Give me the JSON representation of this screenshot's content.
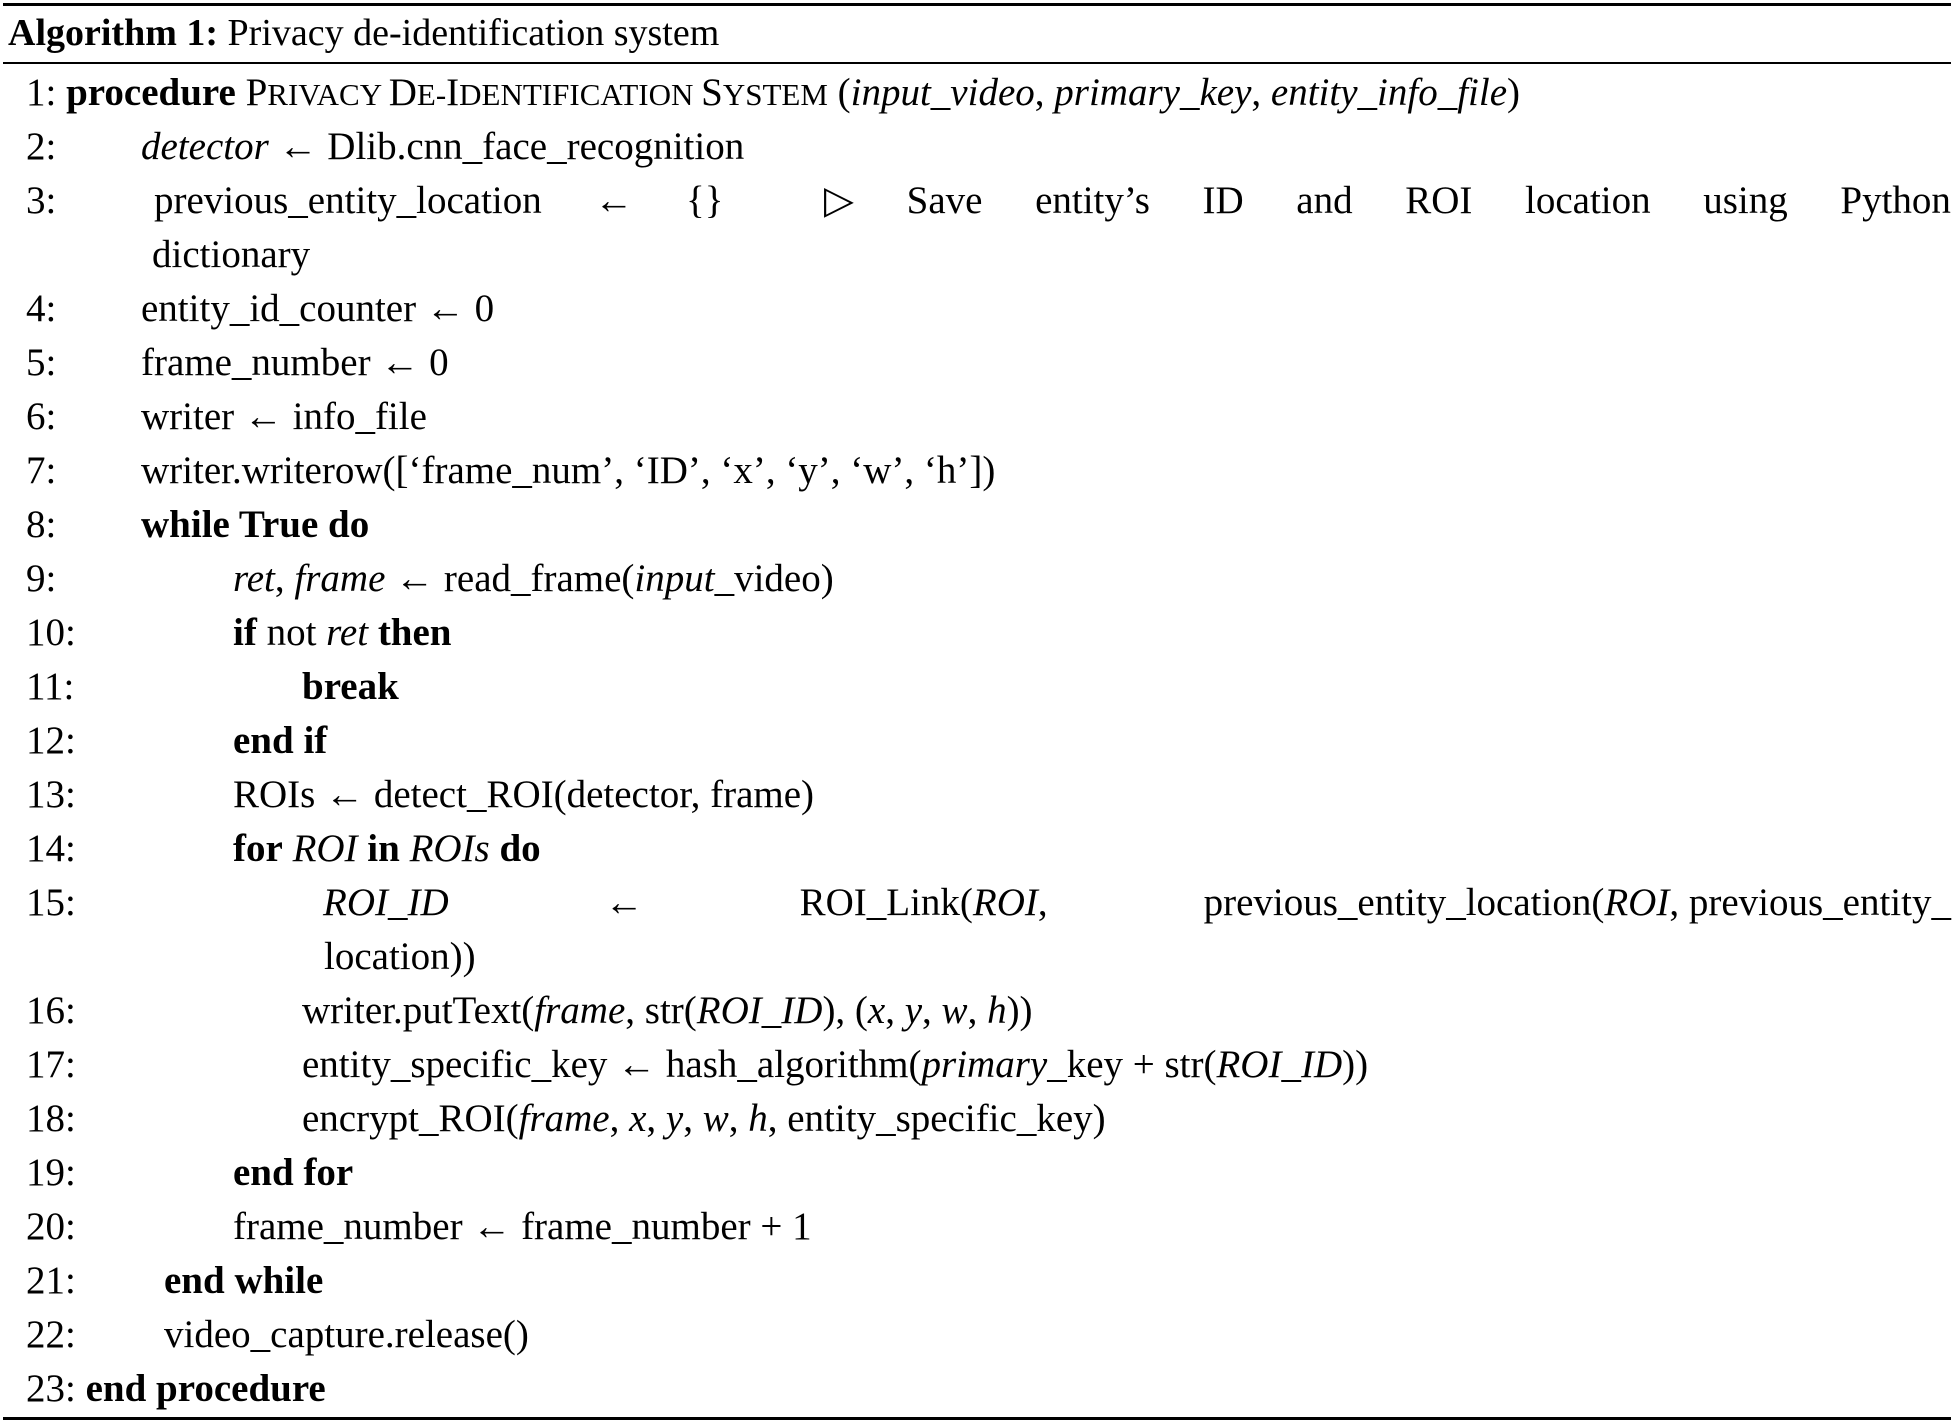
{
  "caption": {
    "label": "Algorithm 1:",
    "title": "Privacy de-identification system"
  },
  "lines": [
    {
      "num": "1:"
    },
    {
      "num": "2:"
    },
    {
      "num": "3:"
    },
    {
      "num": "4:"
    },
    {
      "num": "5:"
    },
    {
      "num": "6:"
    },
    {
      "num": "7:"
    },
    {
      "num": "8:"
    },
    {
      "num": "9:"
    },
    {
      "num": "10:"
    },
    {
      "num": "11:"
    },
    {
      "num": "12:"
    },
    {
      "num": "13:"
    },
    {
      "num": "14:"
    },
    {
      "num": "15:"
    },
    {
      "num": "16:"
    },
    {
      "num": "17:"
    },
    {
      "num": "18:"
    },
    {
      "num": "19:"
    },
    {
      "num": "20:"
    },
    {
      "num": "21:"
    },
    {
      "num": "22:"
    },
    {
      "num": "23:"
    }
  ],
  "text": {
    "procedure_kw": "procedure",
    "proc_name_parts": [
      "P",
      "RIVACY ",
      "D",
      "E-",
      "I",
      "DENTIFICATION ",
      "S",
      "YSTEM"
    ],
    "open_paren": " (",
    "arg1": "input_video",
    "comma": ", ",
    "arg2": "primary_key",
    "arg3": "entity_info_file",
    "close_paren": ")",
    "detector": "detector",
    "arrow": "←",
    "dlib": "Dlib.cnn_face_recognition",
    "prev_loc": "previous_entity_location",
    "braces": "{}",
    "comment_tri": "▷",
    "comment_words": [
      "Save",
      "entity’s",
      "ID",
      "and",
      "ROI",
      "location",
      "using",
      "Python"
    ],
    "comment_cont": "dictionary",
    "entity_counter": "entity_id_counter ← 0",
    "frame_number": "frame_number ← 0",
    "writer_assign": "writer ← info_file",
    "writerow": "writer.writerow([‘frame_num’, ‘ID’, ‘x’, ‘y’, ‘w’, ‘h’])",
    "while_kw": "while True do",
    "ret": "ret",
    "frame": "frame",
    "read_frame": "read_frame(",
    "input_it": "input",
    "video_rest": "_video)",
    "if_kw": "if",
    "not_word": " not ",
    "then_kw": "then",
    "break_kw": "break",
    "endif_kw": "end if",
    "rois_detect": "ROIs ← detect_ROI(detector, frame)",
    "for_kw": "for",
    "roi_it": "ROI",
    "in_kw": "in",
    "rois_it": "ROIs",
    "do_kw": "do",
    "roi_id_it": "ROI_ID",
    "roi_link": "ROI_Link(",
    "prev_loc_call": "previous_entity_location(",
    "prev_entity_tail": "previous_entity_",
    "location_cont": "location))",
    "puttext": "writer.putText(",
    "str_open": "str(",
    "x": "x",
    "y": "y",
    "w": "w",
    "h": "h",
    "entity_key": "entity_specific_key ← hash_algorithm(",
    "primary_it": "primary",
    "key_plus": "_key + str(",
    "close2": "))",
    "encrypt": "encrypt_ROI(",
    "entity_key_tail": "entity_specific_key)",
    "endfor_kw": "end for",
    "frame_inc": "frame_number ← frame_number + 1",
    "endwhile_kw": "end while",
    "release": "video_capture.release()",
    "endproc_kw": "end procedure"
  }
}
